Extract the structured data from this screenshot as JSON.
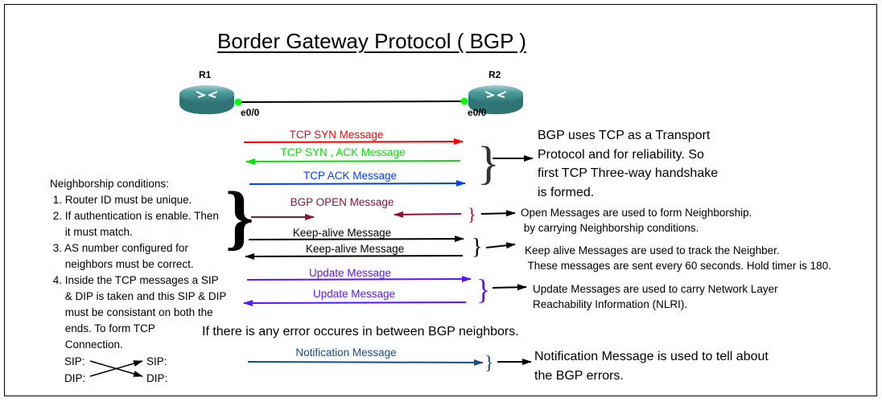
{
  "title": "Border Gateway Protocol ( BGP )",
  "routers": [
    {
      "name": "R1",
      "interface": "e0/0"
    },
    {
      "name": "R2",
      "interface": "e0/0"
    }
  ],
  "messages": {
    "tcp_syn": "TCP SYN Message",
    "tcp_syn_ack": "TCP SYN , ACK Message",
    "tcp_ack": "TCP ACK Message",
    "bgp_open": "BGP OPEN Message",
    "keepalive_1": "Keep-alive Message",
    "keepalive_2": "Keep-alive Message",
    "update_1": "Update Message",
    "update_2": "Update Message",
    "notification": "Notification Message"
  },
  "notes": {
    "tcp": [
      "BGP uses TCP as a Transport",
      "Protocol and for reliability. So",
      "first TCP Three-way handshake",
      "is formed."
    ],
    "open": [
      "Open Messages are used to form Neighborship.",
      " by carrying Neighborship conditions."
    ],
    "keepalive": [
      "Keep alive Messages are used to track the Neighber.",
      " These messages are sent every 60 seconds. Hold timer is 180."
    ],
    "update": [
      "Update Messages are used to carry Network Layer",
      "Reachability Information (NLRI)."
    ],
    "error": "If there is any error occures in between BGP neighbors.",
    "notification": [
      "Notification Message is used to tell about",
      "the BGP errors."
    ]
  },
  "conditions": {
    "heading": "Neighborship conditions:",
    "lines": [
      " 1. Router ID must be unique.",
      " 2. If authentication is enable. Then",
      "     it must match.",
      " 3. AS number configured for",
      "     neighbors must be correct.",
      " 4. Inside the TCP messages a SIP",
      "     & DIP is taken and this SIP & DIP",
      "     must be consistant on both the",
      "     ends. To form TCP",
      "     Connection."
    ]
  },
  "sip_dip": {
    "left_sip": "SIP:",
    "left_dip": "DIP:",
    "right_sip": "SIP:",
    "right_dip": "DIP:"
  },
  "colors": {
    "syn": "#ff0000",
    "syn_ack": "#00e600",
    "ack": "#0040ff",
    "open": "#8b1538",
    "keepalive": "#000000",
    "update": "#5b14ff",
    "notification": "#1a4d80",
    "router": "#3f8f90",
    "interface_dot": "#00ff00"
  }
}
